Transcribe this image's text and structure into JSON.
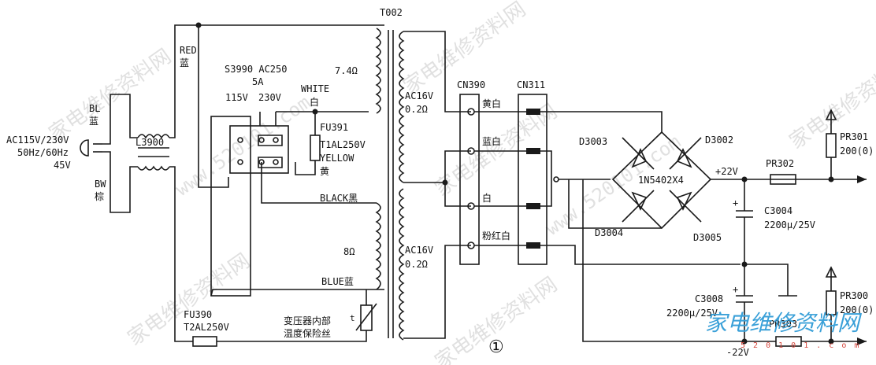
{
  "labels": {
    "transformer": "T002",
    "ac_input_1": "AC115V/230V",
    "ac_input_2": "50Hz/60Hz",
    "ac_input_3": "45V",
    "bl": "BL",
    "bl_cn": "蓝",
    "bw": "BW",
    "bw_cn": "棕",
    "filter": "L3900",
    "red": "RED",
    "red_cn": "蓝",
    "switch": "S3990 AC250",
    "switch_current": "5A",
    "v115": "115V",
    "v230": "230V",
    "white": "WHITE",
    "white_cn": "白",
    "ohm74": "7.4Ω",
    "fu391": "FU391",
    "fu391_rating": "T1AL250V",
    "yellow": "YELLOW",
    "yellow_cn": "黄",
    "black": "BLACK黑",
    "ohm8": "8Ω",
    "blue": "BLUE蓝",
    "fu390": "FU390",
    "fu390_rating": "T2AL250V",
    "thermal_1": "变压器内部",
    "thermal_2": "温度保险丝",
    "ac16_top": "AC16V",
    "ac16_top_r": "0.2Ω",
    "ac16_bot": "AC16V",
    "ac16_bot_r": "0.2Ω",
    "cn390": "CN390",
    "cn311": "CN311",
    "pin1": "黄白",
    "pin2": "蓝白",
    "pin3": "白",
    "pin4": "粉红白",
    "d3003": "D3003",
    "d3002": "D3002",
    "d3004": "D3004",
    "d3005": "D3005",
    "bridge": "1N5402X4",
    "plus22": "+22V",
    "minus22": "-22V",
    "pr302": "PR302",
    "pr301": "PR301",
    "pr301_val": "200(0)",
    "pr300": "PR300",
    "pr300_val": "200(0)",
    "pr303": "PR303",
    "c3004": "C3004",
    "c3004_val": "2200μ/25V",
    "c3008": "C3008",
    "c3008_val": "2200μ/25V",
    "t_symbol": "t",
    "circled_one": "①"
  },
  "watermark": {
    "text": "家电维修资料网",
    "site": "www.520101.com",
    "logo": "家电维修资料网",
    "logo_url": "5 2 0 1 0 1 . c o m"
  },
  "colors": {
    "line": "#1a1a1a",
    "watermark": "#c8c8c8",
    "logo": "#3aa0d8",
    "logo_url": "#d4463c"
  }
}
